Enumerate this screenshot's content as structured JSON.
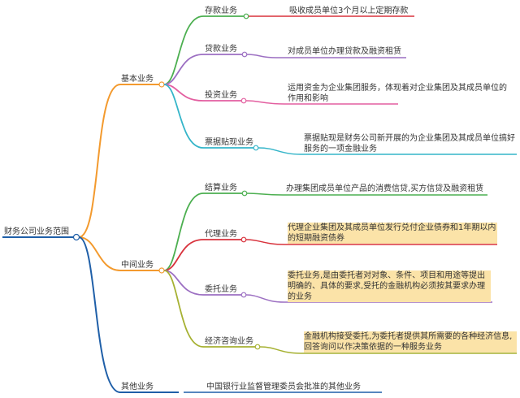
{
  "root": {
    "label": "财务公司业务范围"
  },
  "branches": [
    {
      "label": "基本业务",
      "children": [
        {
          "label": "存款业务",
          "desc": "吸收成员单位3个月以上定期存款"
        },
        {
          "label": "贷款业务",
          "desc": "对成员单位办理贷款及融资租赁"
        },
        {
          "label": "投资业务",
          "desc": "运用资金为企业集团服务，体现着对企业集团及其成员单位的作用和影响"
        },
        {
          "label": "票据贴现业务",
          "desc": "票据贴现是财务公司新开展的为企业集团及其成员单位搞好服务的一项金融业务"
        }
      ]
    },
    {
      "label": "中间业务",
      "children": [
        {
          "label": "结算业务",
          "desc": "办理集团成员单位产品的消费信贷,买方信贷及融资租赁"
        },
        {
          "label": "代理业务",
          "desc": "代理企业集团及其成员单位发行兑付企业债券和1年期以内的短期融资债券"
        },
        {
          "label": "委托业务",
          "desc": "委托业务,是由委托者对对象、条件、项目和用途等提出明确的、具体的要求,受托的金融机构必须按其要求办理的业务"
        },
        {
          "label": "经济咨询业务",
          "desc": "金融机构接受委托,为委托者提供其所需要的各种经济信息,回答询问以作决策依据的一种服务业务"
        }
      ]
    },
    {
      "label": "其他业务",
      "desc": "中国银行业监督管理委员会批准的其他业务"
    }
  ],
  "colors": {
    "root_line": "#1f5fa8",
    "basic": "#f39a2e",
    "middle": "#f39a2e",
    "other": "#1f5fa8",
    "deposit": "#4caf50",
    "loan": "#9c6fc2",
    "invest": "#e35fa0",
    "bill": "#35b5c9",
    "settle": "#4caf50",
    "agency": "#d8323c",
    "trust": "#9c6fc2",
    "consult": "#a6b132",
    "deposit_desc": "#d8323c",
    "highlight": "#fbe3a8"
  }
}
